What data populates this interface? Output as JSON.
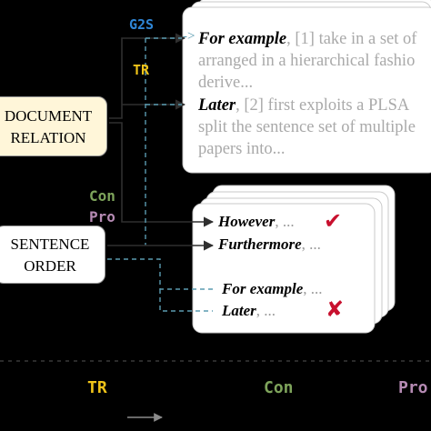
{
  "tags": {
    "g2s": {
      "text": "G2S",
      "color": "#2f86d6"
    },
    "tr": {
      "text": "TR",
      "color": "#f0c419"
    },
    "con": {
      "text": "Con",
      "color": "#7ea45b"
    },
    "pro": {
      "text": "Pro",
      "color": "#b58ab3"
    }
  },
  "document_relation": {
    "line1": "DOCUMENT",
    "line2": "RELATION",
    "fill": "#fff6d9"
  },
  "sentence_order": {
    "line1": "SENTENCE",
    "line2": "ORDER"
  },
  "top_card": {
    "lines": [
      {
        "em": "For example",
        "rest": ", [1] take in a set of"
      },
      {
        "em": "",
        "rest": "arranged in a hierarchical fashio"
      },
      {
        "em": "",
        "rest": "derive..."
      },
      {
        "em": "Later",
        "rest": ", [2] first exploits a PLSA"
      },
      {
        "em": "",
        "rest": "split the sentence set of multiple"
      },
      {
        "em": "",
        "rest": "papers into..."
      }
    ]
  },
  "bottom_card": {
    "items": [
      {
        "label": "However",
        "dots": ", ...",
        "mark": "✔",
        "mark_color": "#c8102e"
      },
      {
        "label": "Furthermore",
        "dots": ", ...",
        "mark": "",
        "mark_color": ""
      },
      {
        "label": "For example",
        "dots": ", ...",
        "mark": "",
        "mark_color": ""
      },
      {
        "label": "Later",
        "dots": ", ...",
        "mark": "✘",
        "mark_color": "#c8102e"
      }
    ],
    "arrow_prefix": "->"
  },
  "legend": {
    "tr": {
      "text": "TR",
      "color": "#f0c419"
    },
    "con": {
      "text": "Con",
      "color": "#7ea45b"
    },
    "pro": {
      "text": "Pro",
      "color": "#b58ab3"
    }
  }
}
